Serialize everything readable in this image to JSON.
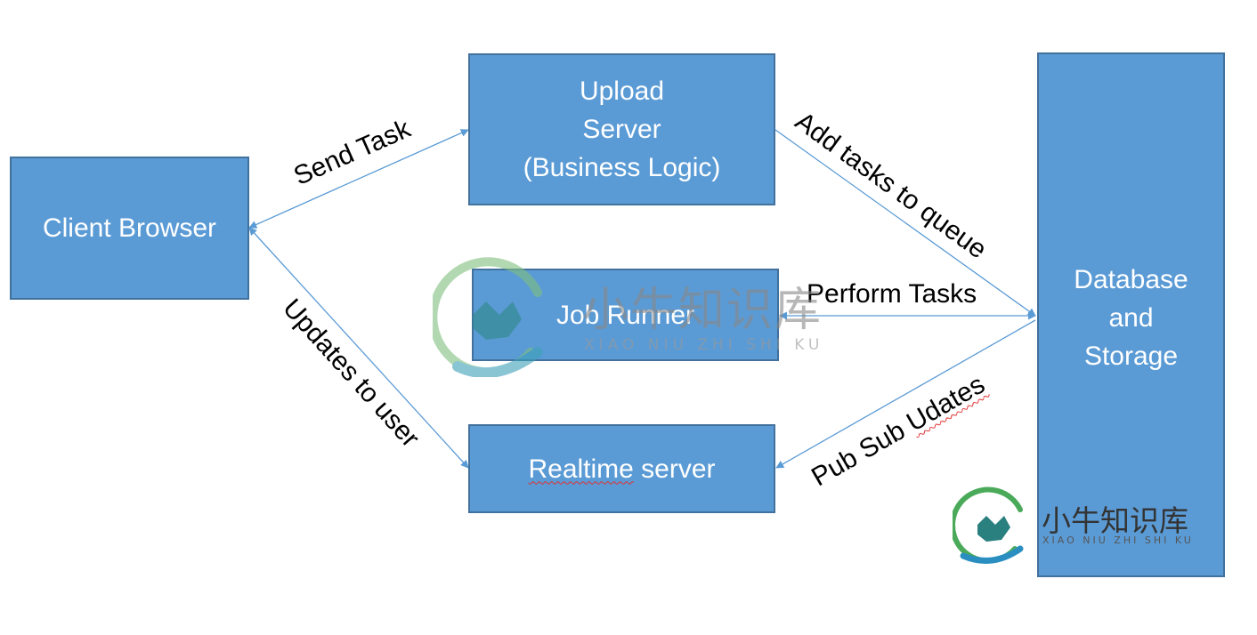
{
  "nodes": {
    "client_browser": "Client Browser",
    "upload_server": [
      "Upload",
      "Server",
      "(Business Logic)"
    ],
    "job_runner": "Job Runner",
    "realtime_server": {
      "word": "Realtime",
      "rest": " server"
    },
    "database": [
      "Database",
      "and",
      "Storage"
    ]
  },
  "edges": {
    "send_task": "Send Task",
    "add_tasks": "Add tasks to queue",
    "perform_tasks": "Perform Tasks",
    "updates_to_user": "Updates to user",
    "pub_sub": {
      "prefix": "Pub Sub ",
      "word": "Udates"
    }
  },
  "watermark": {
    "brand": "小牛知识库",
    "subtitle": "XIAO NIU ZHI SHI KU"
  },
  "colors": {
    "box_fill": "#5b9bd5",
    "box_border": "#41719c",
    "arrow": "#5b9bd5"
  }
}
